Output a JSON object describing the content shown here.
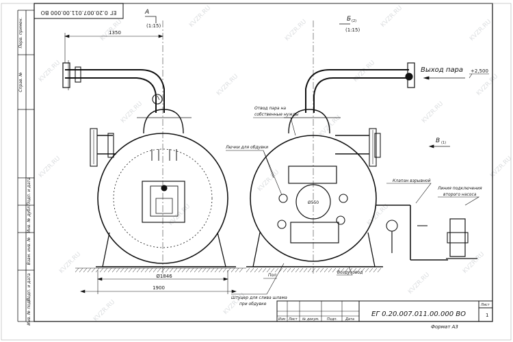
{
  "stamp_top": "ЕГ 0.20.007.011.00.000 ВО",
  "view_a": "А",
  "view_a_scale": "(1:15)",
  "view_b": "Б",
  "view_b_sub": "(2)",
  "view_b_scale": "(1:15)",
  "view_v": "В",
  "view_v_sub": "(1)",
  "dim_1350": "1350",
  "dim_1846": "Ø1846",
  "dim_1900": "1900",
  "dim_550": "Ø550",
  "steam_out": "Выход пара",
  "level_mark": "+2,500",
  "note_steam_tap": [
    "Отвод пара на",
    "собственные нужды"
  ],
  "note_blowdown_hatches": "Лючки для обдувки",
  "note_explosion_valve": "Клапан взрывной",
  "note_second_pump": [
    "Линия подключения",
    "второго насоса"
  ],
  "note_sludge_fitting": [
    "Штуцер для слива шлама",
    "при обдувке"
  ],
  "label_floor": "Пол",
  "label_duct": "Воздуховод",
  "title_code": "ЕГ 0.20.007.011.00.000  ВО",
  "format": "Формат А3",
  "sheet_label": "Лист",
  "sheet_number": "1",
  "left_strip_labels": [
    "Перв. примен.",
    "Справ. №",
    "Подп. и дата",
    "Инв. № дубл.",
    "Взам. инв. №",
    "Подп. и дата",
    "Инв. № подл."
  ],
  "title_row_labels": [
    "Изм",
    "Лист",
    "№ докум.",
    "Подп.",
    "Дата"
  ],
  "watermark": "KVZR.RU"
}
